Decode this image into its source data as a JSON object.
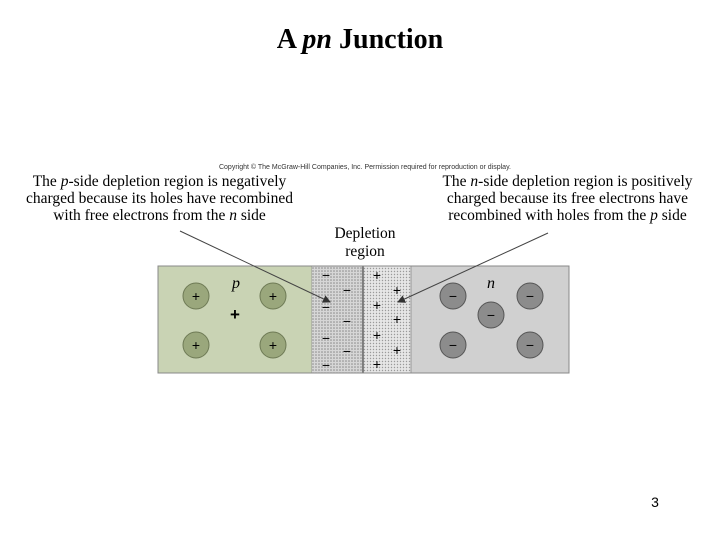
{
  "title": {
    "prefix": "A ",
    "italic": "pn",
    "suffix": " Junction"
  },
  "copyright": "Copyright © The McGraw-Hill Companies, Inc. Permission required for reproduction or display.",
  "left_caption": {
    "line1_a": "The ",
    "line1_i": "p",
    "line1_b": "-side depletion region is negatively",
    "line2": "charged because its holes have recombined",
    "line3_a": "with free electrons from the ",
    "line3_i": "n",
    "line3_b": " side"
  },
  "right_caption": {
    "line1_a": "The ",
    "line1_i": "n",
    "line1_b": "-side depletion region is positively",
    "line2": "charged because its free electrons have",
    "line3_a": "recombined with holes from the ",
    "line3_i": "p",
    "line3_b": " side"
  },
  "depletion_label": {
    "line1": "Depletion",
    "line2": "region"
  },
  "regions": {
    "p_label": "p",
    "n_label": "n"
  },
  "symbols": {
    "plus": "+",
    "minus": "−"
  },
  "colors": {
    "p_region": "#c9d3b4",
    "n_region": "#d0d0d0",
    "p_ion": "#9aa77c",
    "n_ion": "#8c8c8c",
    "depletion_left": "#b8b8b8",
    "depletion_right": "#cfcfcf"
  },
  "page_number": "3"
}
